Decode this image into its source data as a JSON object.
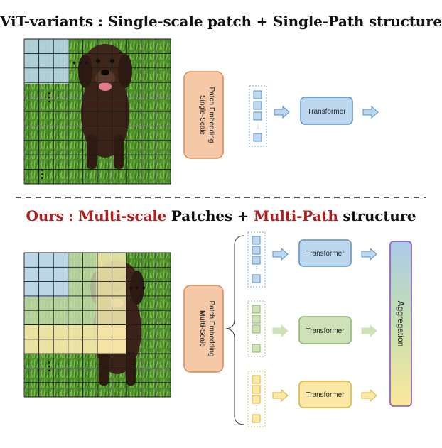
{
  "top": {
    "title": "ViT-variants : Single-scale patch + Single-Path structure",
    "embedding_line1": "Single-Scale",
    "embedding_line2": "Patch Embedding",
    "transformer": "Transformer"
  },
  "bottom": {
    "title_ours": "Ours : ",
    "title_multiscale": "Multi-scale",
    "title_patches": " Patches + ",
    "title_multipath": "Multi-Path",
    "title_structure": " structure",
    "embedding_bold": "Multi",
    "embedding_rest": "-Scale",
    "embedding_line2": "Patch Embedding",
    "transformers": [
      "Transformer",
      "Transformer",
      "Transformer"
    ],
    "aggregation": "Aggregation"
  },
  "colors": {
    "blue_fill": "#bcd7ee",
    "blue_stroke": "#5a8fc4",
    "green_fill": "#cfe2b7",
    "green_stroke": "#8bb56a",
    "yellow_fill": "#fbe8a4",
    "yellow_stroke": "#d8b13a",
    "orange_fill": "#f5c8a8",
    "orange_stroke": "#d98a55",
    "title_red": "#b01e1e"
  }
}
